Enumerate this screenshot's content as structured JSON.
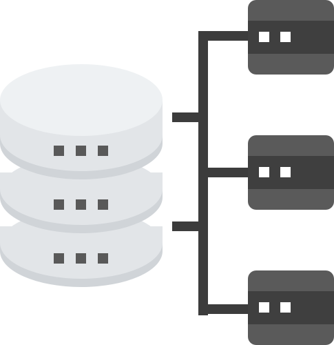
{
  "illustration": {
    "icon": "database-server-network-icon",
    "colors": {
      "background": "#ffffff",
      "disk_top": "#eef1f3",
      "disk_body": "#e2e5e8",
      "disk_shadow": "#d0d4d8",
      "disk_dots": "#595959",
      "connector": "#3c3c3c",
      "server_light": "#5a5a5a",
      "server_dark": "#3f3f3f",
      "server_leds": "#ffffff"
    },
    "database": {
      "icon": "database-icon",
      "disk_count": 3,
      "dots_per_disk": 3
    },
    "servers": {
      "icon": "server-icon",
      "count": 3,
      "leds_per_server": 2
    }
  }
}
